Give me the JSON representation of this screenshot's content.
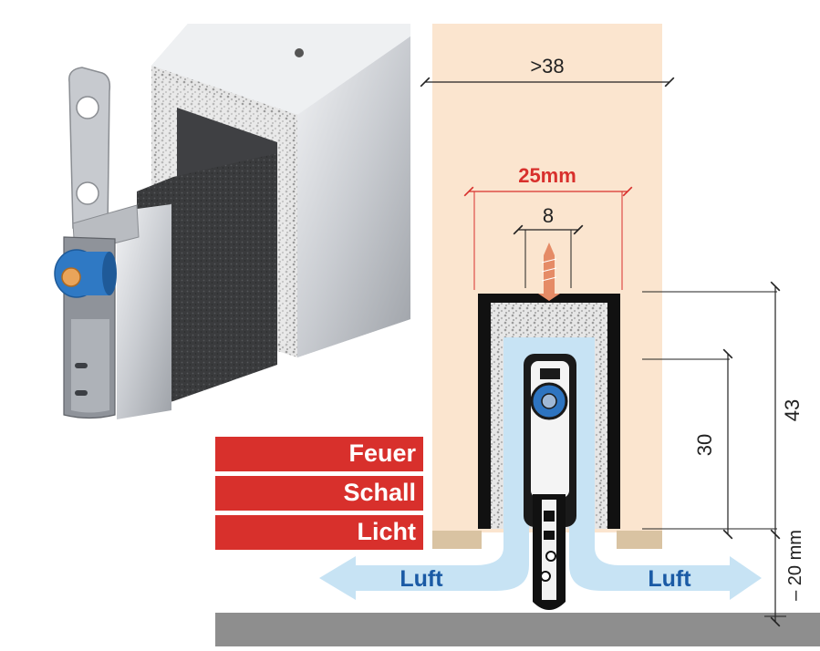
{
  "labels": {
    "width_door": ">38",
    "width_profile": "25mm",
    "width_inner": "8",
    "height_total": "43",
    "height_inner": "30",
    "drop": "– 20 mm",
    "air_left": "Luft",
    "air_right": "Luft"
  },
  "properties": [
    "Feuer",
    "Schall",
    "Licht"
  ],
  "colors": {
    "door": "#fbe5cf",
    "red": "#d8302c",
    "air": "#c7e3f4",
    "air_text": "#1a5aa5",
    "floor": "#8e8e8e",
    "foot": "#d9c3a2"
  },
  "icons": [
    "seal-product-photo",
    "screw-icon",
    "blue-screw-cap-icon",
    "air-arrow-left-icon",
    "air-arrow-right-icon"
  ]
}
